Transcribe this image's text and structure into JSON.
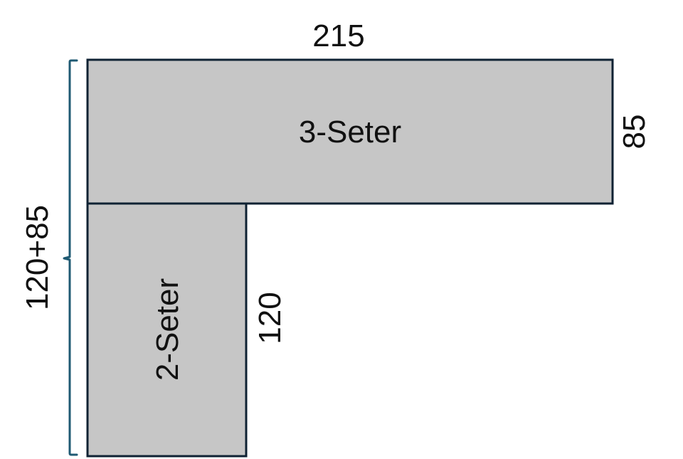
{
  "diagram": {
    "top_piece": {
      "label": "3-Seter"
    },
    "bottom_piece": {
      "label": "2-Seter"
    },
    "dimensions": {
      "top_width": "215",
      "right_height": "85",
      "left_total": "120+85",
      "inner_height": "120"
    },
    "colors": {
      "fill": "#c6c6c6",
      "outline": "#0f2233",
      "bracket": "#1f5a73"
    }
  }
}
